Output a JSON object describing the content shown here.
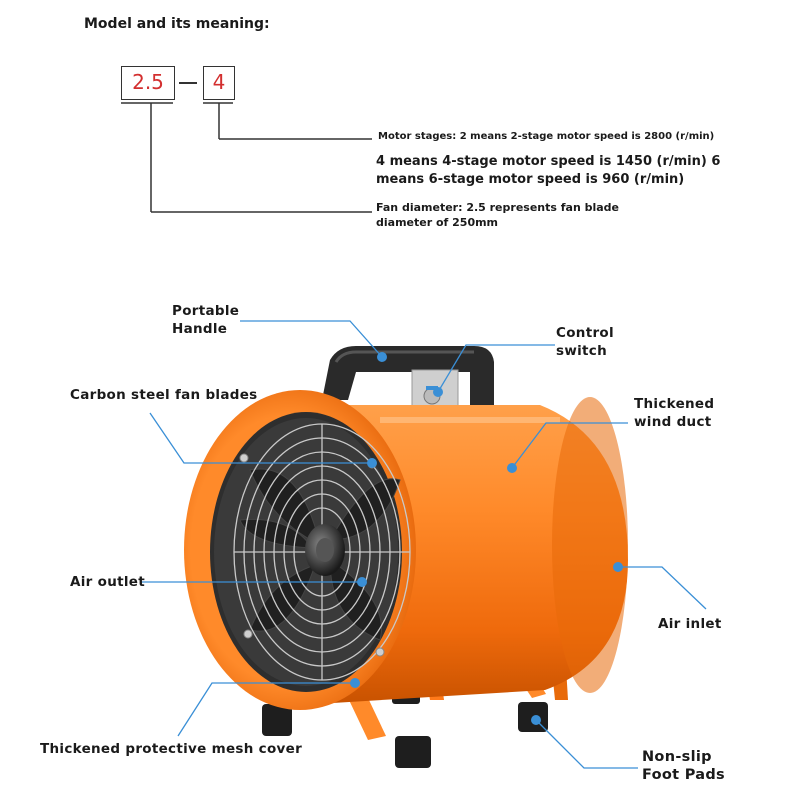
{
  "model": {
    "title": "Model and its meaning:",
    "code1": "2.5",
    "code2": "4",
    "motor_line1": "Motor stages: 2 means 2-stage motor speed is 2800 (r/min)",
    "motor_line2": "4 means 4-stage motor speed is 1450 (r/min) 6",
    "motor_line3": "means 6-stage motor speed is 960 (r/min)",
    "fan_line1": "Fan diameter: 2.5 represents fan blade",
    "fan_line2": "diameter of 250mm"
  },
  "labels": {
    "handle_l1": "Portable",
    "handle_l2": "Handle",
    "switch_l1": "Control",
    "switch_l2": "switch",
    "blades": "Carbon steel fan blades",
    "duct_l1": "Thickened",
    "duct_l2": "wind duct",
    "outlet": "Air outlet",
    "inlet": "Air inlet",
    "mesh": "Thickened protective mesh cover",
    "pads_l1": "Non-slip",
    "pads_l2": "Foot Pads"
  },
  "colors": {
    "orange": "#ff7a1a",
    "callout": "#3a8fd6",
    "code_red": "#d32f2f"
  }
}
